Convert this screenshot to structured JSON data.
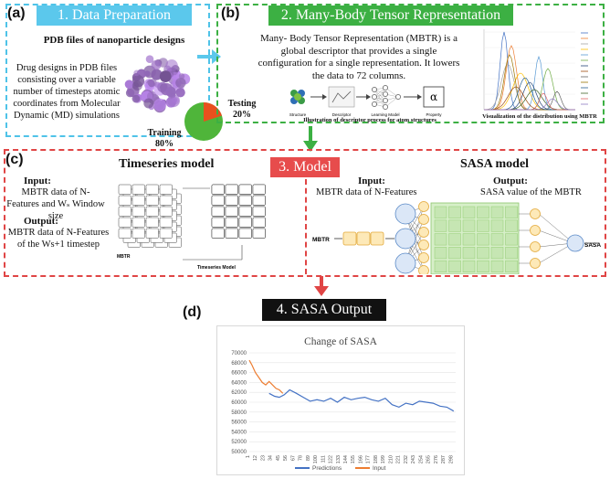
{
  "panel_a": {
    "tag": "(a)",
    "banner": "1. Data Preparation",
    "subtitle": "PDB files of nanoparticle designs",
    "description": "Drug designs in PDB files consisting over a variable number of timesteps atomic coordinates from Molecular Dynamic (MD) simulations",
    "pie": {
      "testing_label": "Testing",
      "testing_value": "20%",
      "training_label": "Training",
      "training_value": "80%",
      "testing_fraction": 0.2
    },
    "colors": {
      "banner": "#5bc8ec",
      "training": "#4fb53a",
      "testing": "#e8501e",
      "molecule": "#9b6fc4"
    }
  },
  "panel_b": {
    "tag": "(b)",
    "banner": "2. Many-Body Tensor Representation",
    "description": "Many- Body Tensor Representation (MBTR) is a global descriptor that provides a single configuration for a single representation. It lowers the data to 72 columns.",
    "process_steps": [
      "Structure",
      "Descriptor",
      "Learning Model",
      "Property"
    ],
    "property_symbol": "α",
    "process_caption": "Illustration of descriptor process for atom structures",
    "plot_caption": "Visualization of the distribution using MBTR",
    "colors": {
      "banner": "#3cb043"
    }
  },
  "panel_c": {
    "tag": "(c)",
    "banner": "3. Model",
    "timeseries": {
      "title": "Timeseries model",
      "input_label": "Input:",
      "input_text": "MBTR data of N-Features and Wₛ Window size",
      "output_label": "Output:",
      "output_text": "MBTR data of N-Features of the Ws+1 timestep",
      "diagram_caption": "Timeseries Model",
      "mbtr_label": "MBTR"
    },
    "sasa_model": {
      "title": "SASA model",
      "input_label": "Input:",
      "input_text": "MBTR data of N-Features",
      "output_label": "Output:",
      "output_text": "SASA value of the MBTR",
      "in_label": "MBTR",
      "out_label": "SASA"
    },
    "colors": {
      "banner": "#e74c4c"
    }
  },
  "panel_d": {
    "tag": "(d)",
    "banner": "4. SASA Output",
    "colors": {
      "banner": "#111111",
      "predictions": "#4472c4",
      "input": "#ed7d31"
    }
  },
  "chart_data": {
    "type": "line",
    "title": "Change of SASA",
    "y_ticks": [
      "70000",
      "68000",
      "66000",
      "64000",
      "62000",
      "60000",
      "58000",
      "56000",
      "54000",
      "52000",
      "50000"
    ],
    "x_ticks": [
      "1",
      "12",
      "23",
      "34",
      "45",
      "56",
      "67",
      "78",
      "89",
      "100",
      "111",
      "122",
      "133",
      "144",
      "155",
      "166",
      "177",
      "188",
      "199",
      "210",
      "221",
      "232",
      "243",
      "254",
      "265",
      "276",
      "287",
      "298"
    ],
    "ylim": [
      50000,
      70000
    ],
    "xlim": [
      1,
      303
    ],
    "series": [
      {
        "name": "Predictions",
        "x": [
          30,
          38,
          45,
          52,
          60,
          70,
          80,
          90,
          100,
          110,
          120,
          130,
          140,
          150,
          160,
          170,
          180,
          190,
          200,
          210,
          220,
          230,
          240,
          250,
          260,
          270,
          280,
          290,
          300
        ],
        "values": [
          61800,
          61200,
          61000,
          61500,
          62500,
          61800,
          61000,
          60200,
          60500,
          60200,
          60800,
          60000,
          61000,
          60500,
          60800,
          61000,
          60500,
          60200,
          60800,
          59500,
          59000,
          59800,
          59500,
          60200,
          60000,
          59800,
          59200,
          59000,
          58200
        ]
      },
      {
        "name": "Input",
        "x": [
          1,
          5,
          10,
          15,
          20,
          25,
          30,
          35,
          40,
          45,
          50
        ],
        "values": [
          68500,
          67500,
          66000,
          65000,
          64000,
          63500,
          64200,
          63500,
          62800,
          62500,
          61800
        ]
      }
    ],
    "legend_position": "bottom",
    "grid": true
  }
}
